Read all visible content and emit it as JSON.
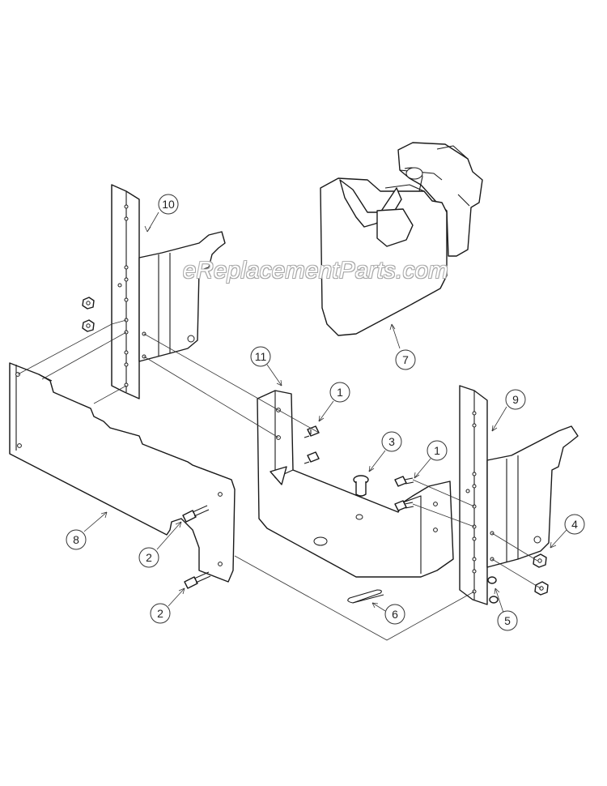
{
  "watermark": "eReplacementParts.com",
  "callouts": [
    {
      "id": "c10",
      "label": "10"
    },
    {
      "id": "c7",
      "label": "7"
    },
    {
      "id": "c11",
      "label": "11"
    },
    {
      "id": "c1a",
      "label": "1"
    },
    {
      "id": "c1b",
      "label": "1"
    },
    {
      "id": "c3",
      "label": "3"
    },
    {
      "id": "c9",
      "label": "9"
    },
    {
      "id": "c8",
      "label": "8"
    },
    {
      "id": "c2a",
      "label": "2"
    },
    {
      "id": "c2b",
      "label": "2"
    },
    {
      "id": "c4",
      "label": "4"
    },
    {
      "id": "c5",
      "label": "5"
    },
    {
      "id": "c6",
      "label": "6"
    }
  ],
  "colors": {
    "line": "#1a1a1a",
    "background": "#ffffff"
  }
}
